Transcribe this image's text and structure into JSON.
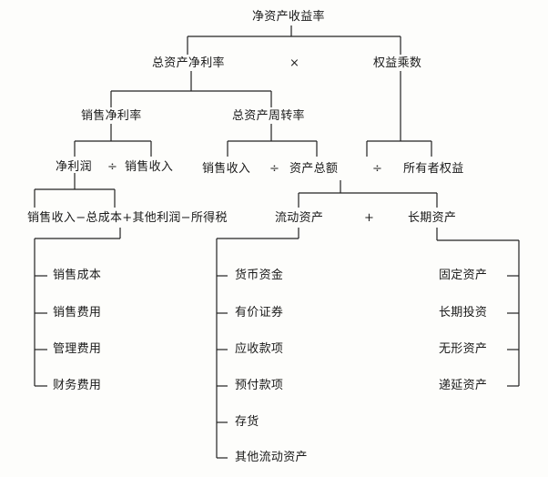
{
  "nodes": {
    "roe": "净资产收益率",
    "roa": "总资产净利率",
    "equity_multiplier": "权益乘数",
    "net_margin": "销售净利率",
    "asset_turnover": "总资产周转率",
    "net_profit": "净利润",
    "sales_revenue_a": "销售收入",
    "sales_revenue_b": "销售收入",
    "total_assets": "资产总额",
    "owners_equity": "所有者权益",
    "profit_formula": "销售收入−总成本+其他利润−所得税",
    "current_assets": "流动资产",
    "long_term_assets": "长期资产"
  },
  "operators": {
    "times": "×",
    "divide_1": "÷",
    "divide_2": "÷",
    "divide_3": "÷",
    "plus": "+"
  },
  "cost_items": [
    "销售成本",
    "销售费用",
    "管理费用",
    "财务费用"
  ],
  "current_asset_items": [
    "货币资金",
    "有价证券",
    "应收款项",
    "预付款项",
    "存货",
    "其他流动资产"
  ],
  "long_term_asset_items": [
    "固定资产",
    "长期投资",
    "无形资产",
    "递延资产"
  ]
}
